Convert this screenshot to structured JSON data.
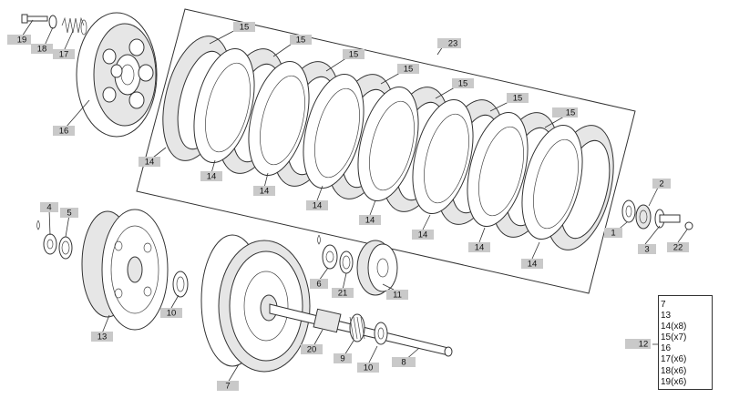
{
  "callouts": {
    "c1": "1",
    "c2": "2",
    "c3": "3",
    "c4": "4",
    "c5": "5",
    "c6": "6",
    "c7a": "7",
    "c8": "8",
    "c9": "9",
    "c10a": "10",
    "c10b": "10",
    "c11": "11",
    "c12": "12",
    "c13": "13",
    "c14a": "14",
    "c14b": "14",
    "c14c": "14",
    "c14d": "14",
    "c14e": "14",
    "c14f": "14",
    "c14g": "14",
    "c14h": "14",
    "c15a": "15",
    "c15b": "15",
    "c15c": "15",
    "c15d": "15",
    "c15e": "15",
    "c15f": "15",
    "c15g": "15",
    "c16": "16",
    "c17": "17",
    "c18": "18",
    "c19": "19",
    "c20": "20",
    "c21": "21",
    "c22": "22",
    "c23": "23"
  },
  "kit_list": [
    "7",
    "13",
    "14(x8)",
    "15(x7)",
    "16",
    "17(x6)",
    "18(x6)",
    "19(x6)"
  ]
}
